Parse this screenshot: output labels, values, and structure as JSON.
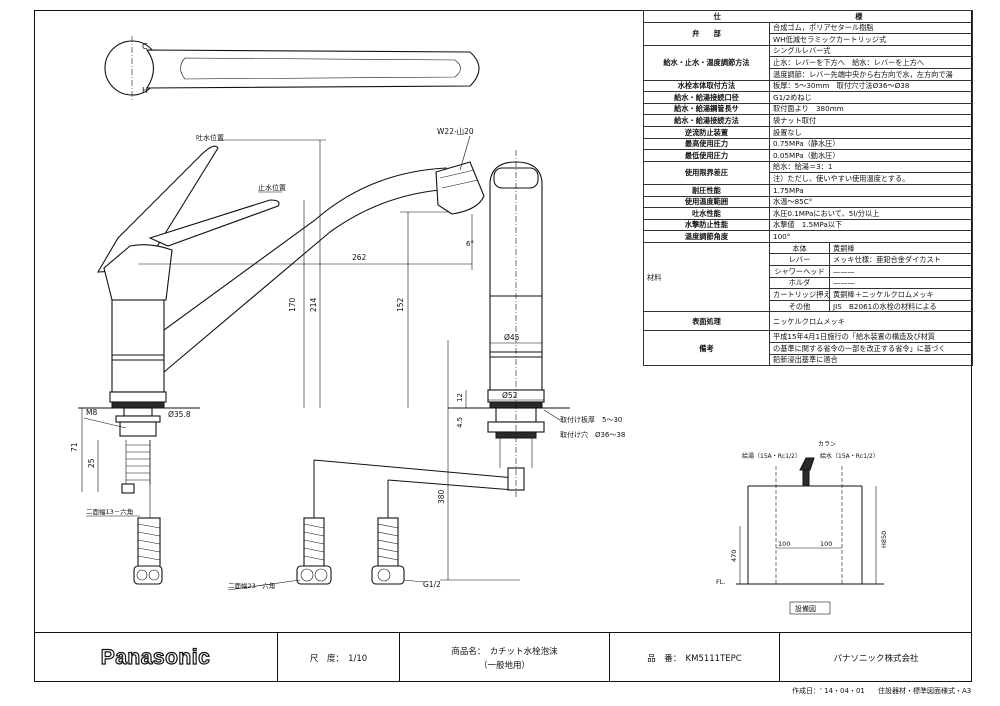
{
  "spec_table": {
    "title": "仕　　様",
    "rows": [
      {
        "label": "弁　　部",
        "values": [
          "合成ゴム，ポリアセタール樹脂",
          "WH低減セラミックカートリッジ式"
        ]
      },
      {
        "label": "給水・止水・温度調節方法",
        "values": [
          "シングルレバー式",
          "止水：レバーを下方へ　給水：レバーを上方へ",
          "温度調節：レバー先端中央から右方向で水，左方向で湯"
        ]
      },
      {
        "label": "水栓本体取付方法",
        "values": [
          "板厚：5～30mm　取付穴寸法Ø36～Ø38"
        ]
      },
      {
        "label": "給水・給湯接続口径",
        "values": [
          "G1/2めねじ"
        ]
      },
      {
        "label": "給水・給湯鋼管長サ",
        "values": [
          "取付面より　380mm"
        ]
      },
      {
        "label": "給水・給湯接続方法",
        "values": [
          "袋ナット取付"
        ]
      },
      {
        "label": "逆流防止装置",
        "values": [
          "設置なし"
        ]
      },
      {
        "label": "最高使用圧力",
        "values": [
          "0.75MPa（静水圧）"
        ]
      },
      {
        "label": "最低使用圧力",
        "values": [
          "0.05MPa（動水圧）"
        ]
      },
      {
        "label": "使用限界差圧",
        "values": [
          "給水：給湯＝3：1",
          "注）ただし、使いやすい使用温度とする。"
        ]
      },
      {
        "label": "耐圧性能",
        "values": [
          "1.75MPa"
        ]
      },
      {
        "label": "使用温度範囲",
        "values": [
          "水温～85C°"
        ]
      },
      {
        "label": "吐水性能",
        "values": [
          "水圧0.1MPaにおいて、5l/分以上"
        ]
      },
      {
        "label": "水撃防止性能",
        "values": [
          "水撃値　1.5MPa以下"
        ]
      },
      {
        "label": "温度調節角度",
        "values": [
          "100°"
        ]
      }
    ],
    "materials_label": "材料",
    "materials": [
      {
        "part": "本体",
        "value": "黄銅棒"
      },
      {
        "part": "レバー",
        "value": "メッキ仕様：亜鉛合金ダイカスト"
      },
      {
        "part": "シャワーヘッド",
        "value": "———"
      },
      {
        "part": "ホルダ",
        "value": "———"
      },
      {
        "part": "カートリッジ押え",
        "value": "黄銅棒＋ニッケルクロムメッキ"
      },
      {
        "part": "その他",
        "value": "JIS　B2061の水栓の材料による"
      }
    ],
    "surface": {
      "label": "表面処理",
      "value": "ニッケルクロムメッキ"
    },
    "remarks": {
      "label": "備考",
      "values": [
        "平成15年4月1日施行の「給水装置の構造及び材質",
        "の基準に関する省令の一部を改正する省令」に基づく",
        "鉛新浸出基準に適合"
      ]
    }
  },
  "drawing": {
    "top_view": {
      "mark_c": "C",
      "mark_h": "H"
    },
    "labels": {
      "spout_position": "吐水位置",
      "stop_position": "止水位置",
      "thread": "W22-山20",
      "angle": "6°",
      "hex13": "二面幅13－六角",
      "hex23": "二面幅23－六角",
      "m8": "M8",
      "g12": "G1/2",
      "plate": "取付け板厚　5～30",
      "hole": "取付け穴　Ø36～38"
    },
    "dims": {
      "d262": "262",
      "d170": "170",
      "d214": "214",
      "d152": "152",
      "d71": "71",
      "d25": "25",
      "d35": "Ø35.8",
      "d45": "Ø45",
      "d52": "Ø52",
      "d12": "12",
      "d45b": "4.5",
      "d380": "380"
    }
  },
  "install": {
    "label_hot": "給湯（15A・Rc1/2）",
    "label_cold": "給水（15A・Rc1/2）",
    "label_faucet": "カラン",
    "dim100a": "100",
    "dim100b": "100",
    "dim470": "470",
    "dim850": "H850",
    "fl": "FL.",
    "caption": "設備図"
  },
  "footer": {
    "logo": "Panasonic",
    "scale": "尺　度：　1/10",
    "product": "商品名：　カチット水栓泡沫",
    "product_sub": "（一般地用）",
    "part_no": "品　番：　KM5111TEPC",
    "company": "パナソニック株式会社"
  },
  "footnote": {
    "date": "作成日：' 14・04・01",
    "form": "住設器材・標準図面様式・A3"
  }
}
